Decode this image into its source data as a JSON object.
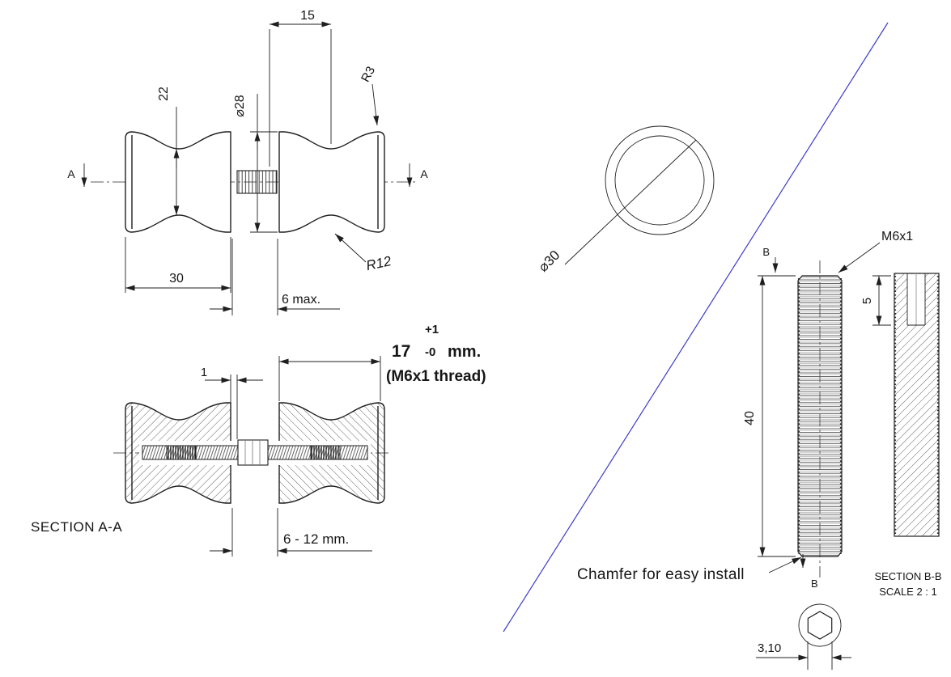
{
  "colors": {
    "line": "#1f1f1f",
    "section_divider": "#3c3ccc",
    "background": "#ffffff"
  },
  "side_view": {
    "dim_width_top": "15",
    "dim_neck_diameter": "22",
    "dim_face_diameter": "⌀28",
    "radius_corner": "R3",
    "section_arrow": "A",
    "dim_knob_width": "30",
    "radius_neck": "R12",
    "dim_gap_max": "6 max."
  },
  "section_aa": {
    "dim_offset": "1",
    "dim_thread_value": "17",
    "dim_thread_tol_plus": "+1",
    "dim_thread_tol_minus": "-0",
    "dim_thread_unit": "mm.",
    "thread_note": "(M6x1 thread)",
    "dim_glass_range": "6 - 12 mm.",
    "label": "SECTION A-A"
  },
  "front_view": {
    "dim_outer_diameter": "⌀30"
  },
  "stud_view": {
    "thread_callout": "M6x1",
    "dim_length": "40",
    "section_arrow": "B",
    "chamfer_note": "Chamfer for easy install"
  },
  "section_bb": {
    "dim_socket_depth": "5",
    "label": "SECTION B-B",
    "scale_note": "SCALE 2 : 1"
  },
  "hex_socket_view": {
    "dim_across_flats": "3,10"
  }
}
